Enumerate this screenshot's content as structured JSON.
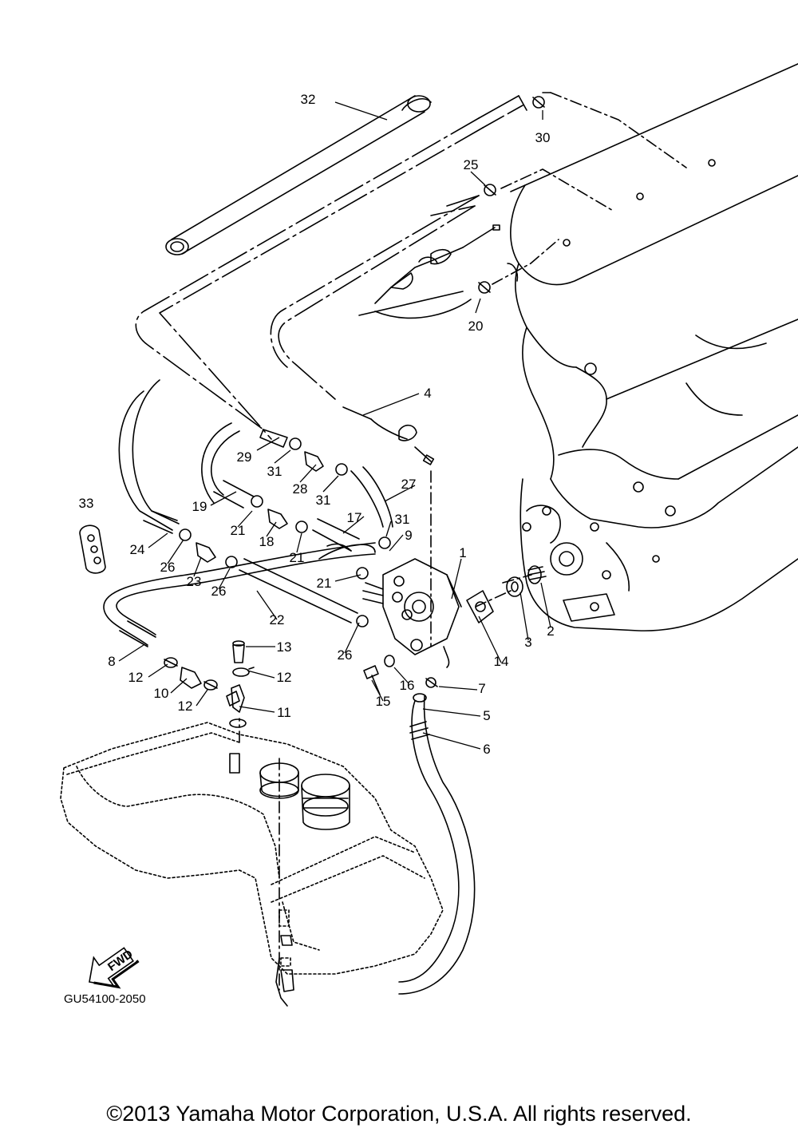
{
  "diagram": {
    "part_numbers": [
      "1",
      "2",
      "3",
      "4",
      "5",
      "6",
      "7",
      "8",
      "9",
      "10",
      "11",
      "12",
      "13",
      "14",
      "15",
      "16",
      "17",
      "18",
      "19",
      "20",
      "21",
      "22",
      "23",
      "24",
      "25",
      "26",
      "27",
      "28",
      "29",
      "30",
      "31",
      "32",
      "33"
    ],
    "labels": [
      {
        "text": "32",
        "leader": [
          [
            420,
            128
          ],
          [
            485,
            150
          ]
        ]
      },
      {
        "text": "30",
        "leader": [
          [
            680,
            150
          ],
          [
            680,
            138
          ]
        ]
      },
      {
        "text": "25",
        "leader": [
          [
            590,
            215
          ],
          [
            608,
            232
          ]
        ]
      },
      {
        "text": "20",
        "leader": [
          [
            596,
            392
          ],
          [
            602,
            374
          ]
        ]
      },
      {
        "text": "4",
        "leader": [
          [
            525,
            493
          ],
          [
            455,
            520
          ]
        ]
      },
      {
        "text": "29",
        "leader": [
          [
            322,
            564
          ],
          [
            350,
            548
          ]
        ]
      },
      {
        "text": "31",
        "leader": [
          [
            344,
            580
          ],
          [
            364,
            564
          ]
        ]
      },
      {
        "text": "28",
        "leader": [
          [
            376,
            604
          ],
          [
            396,
            582
          ]
        ]
      },
      {
        "text": "31",
        "leader": [
          [
            405,
            616
          ],
          [
            424,
            596
          ]
        ]
      },
      {
        "text": "27",
        "leader": [
          [
            520,
            608
          ],
          [
            482,
            628
          ]
        ]
      },
      {
        "text": "33",
        "leader": []
      },
      {
        "text": "19",
        "leader": [
          [
            264,
            633
          ],
          [
            296,
            616
          ]
        ]
      },
      {
        "text": "21",
        "leader": [
          [
            298,
            660
          ],
          [
            316,
            640
          ]
        ]
      },
      {
        "text": "17",
        "leader": [
          [
            456,
            647
          ],
          [
            430,
            668
          ]
        ]
      },
      {
        "text": "31",
        "leader": [
          [
            490,
            653
          ],
          [
            484,
            672
          ]
        ]
      },
      {
        "text": "18",
        "leader": [
          [
            334,
            672
          ],
          [
            346,
            654
          ]
        ]
      },
      {
        "text": "9",
        "leader": [
          [
            505,
            670
          ],
          [
            488,
            690
          ]
        ]
      },
      {
        "text": "24",
        "leader": [
          [
            186,
            686
          ],
          [
            210,
            668
          ]
        ]
      },
      {
        "text": "21",
        "leader": [
          [
            372,
            692
          ],
          [
            378,
            668
          ]
        ]
      },
      {
        "text": "1",
        "leader": [
          [
            578,
            700
          ],
          [
            566,
            750
          ]
        ]
      },
      {
        "text": "26",
        "leader": [
          [
            210,
            706
          ],
          [
            230,
            676
          ]
        ]
      },
      {
        "text": "23",
        "leader": [
          [
            243,
            722
          ],
          [
            252,
            698
          ]
        ]
      },
      {
        "text": "21",
        "leader": [
          [
            420,
            728
          ],
          [
            452,
            720
          ]
        ]
      },
      {
        "text": "26",
        "leader": [
          [
            274,
            738
          ],
          [
            288,
            712
          ]
        ]
      },
      {
        "text": "22",
        "leader": [
          [
            347,
            776
          ],
          [
            322,
            740
          ]
        ]
      },
      {
        "text": "2",
        "leader": [
          [
            690,
            786
          ],
          [
            678,
            730
          ]
        ]
      },
      {
        "text": "3",
        "leader": [
          [
            662,
            802
          ],
          [
            652,
            742
          ]
        ]
      },
      {
        "text": "13",
        "leader": [
          [
            345,
            810
          ],
          [
            308,
            810
          ]
        ]
      },
      {
        "text": "8",
        "leader": [
          [
            149,
            828
          ],
          [
            180,
            808
          ]
        ]
      },
      {
        "text": "26",
        "leader": [
          [
            432,
            818
          ],
          [
            450,
            780
          ]
        ]
      },
      {
        "text": "14",
        "leader": [
          [
            628,
            830
          ],
          [
            600,
            772
          ]
        ]
      },
      {
        "text": "16",
        "leader": [
          [
            512,
            856
          ],
          [
            494,
            836
          ]
        ]
      },
      {
        "text": "12",
        "leader": [
          [
            186,
            848
          ],
          [
            210,
            832
          ]
        ]
      },
      {
        "text": "12",
        "leader": [
          [
            344,
            849
          ],
          [
            310,
            840
          ]
        ]
      },
      {
        "text": "7",
        "leader": [
          [
            598,
            864
          ],
          [
            550,
            860
          ]
        ]
      },
      {
        "text": "10",
        "leader": [
          [
            214,
            868
          ],
          [
            234,
            850
          ]
        ]
      },
      {
        "text": "15",
        "leader": [
          [
            480,
            878
          ],
          [
            466,
            852
          ]
        ]
      },
      {
        "text": "12",
        "leader": [
          [
            246,
            884
          ],
          [
            260,
            864
          ]
        ]
      },
      {
        "text": "11",
        "leader": [
          [
            344,
            892
          ],
          [
            300,
            885
          ]
        ]
      },
      {
        "text": "5",
        "leader": [
          [
            602,
            897
          ],
          [
            530,
            888
          ]
        ]
      },
      {
        "text": "6",
        "leader": [
          [
            602,
            938
          ],
          [
            530,
            918
          ]
        ]
      }
    ],
    "fwd_label": "FWD",
    "diagram_code": "GU54100-2050"
  },
  "footer": {
    "copyright": "©2013 Yamaha Motor Corporation, U.S.A. All rights reserved."
  }
}
